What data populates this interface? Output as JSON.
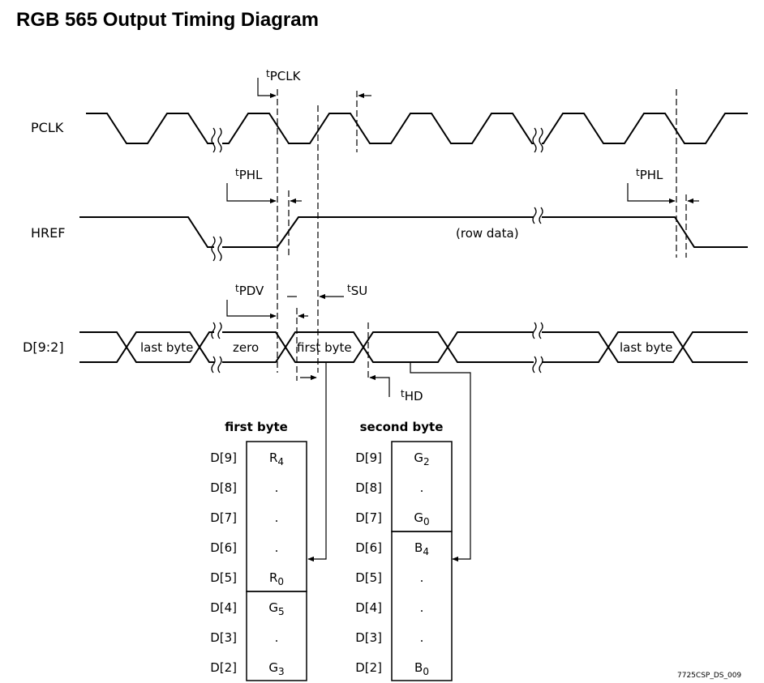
{
  "title": "RGB 565 Output Timing Diagram",
  "signals": {
    "pclk": "PCLK",
    "href": "HREF",
    "data": "D[9:2]"
  },
  "timing": {
    "t": "t",
    "pclk_sub": "PCLK",
    "phl_sub": "PHL",
    "pdv_sub": "PDV",
    "su_sub": "SU",
    "hd_sub": "HD"
  },
  "labels": {
    "row_data": "(row data)",
    "last_byte": "last byte",
    "zero": "zero",
    "first_byte": "first byte"
  },
  "first_byte_table": {
    "title": "first byte",
    "rows": [
      {
        "pin": "D[9]",
        "main": "R",
        "sub": "4"
      },
      {
        "pin": "D[8]",
        "main": ".",
        "sub": ""
      },
      {
        "pin": "D[7]",
        "main": ".",
        "sub": ""
      },
      {
        "pin": "D[6]",
        "main": ".",
        "sub": ""
      },
      {
        "pin": "D[5]",
        "main": "R",
        "sub": "0"
      },
      {
        "pin": "D[4]",
        "main": "G",
        "sub": "5"
      },
      {
        "pin": "D[3]",
        "main": ".",
        "sub": ""
      },
      {
        "pin": "D[2]",
        "main": "G",
        "sub": "3"
      }
    ]
  },
  "second_byte_table": {
    "title": "second byte",
    "rows": [
      {
        "pin": "D[9]",
        "main": "G",
        "sub": "2"
      },
      {
        "pin": "D[8]",
        "main": ".",
        "sub": ""
      },
      {
        "pin": "D[7]",
        "main": "G",
        "sub": "0"
      },
      {
        "pin": "D[6]",
        "main": "B",
        "sub": "4"
      },
      {
        "pin": "D[5]",
        "main": ".",
        "sub": ""
      },
      {
        "pin": "D[4]",
        "main": ".",
        "sub": ""
      },
      {
        "pin": "D[3]",
        "main": ".",
        "sub": ""
      },
      {
        "pin": "D[2]",
        "main": "B",
        "sub": "0"
      }
    ]
  },
  "reference": "7725CSP_DS_009"
}
